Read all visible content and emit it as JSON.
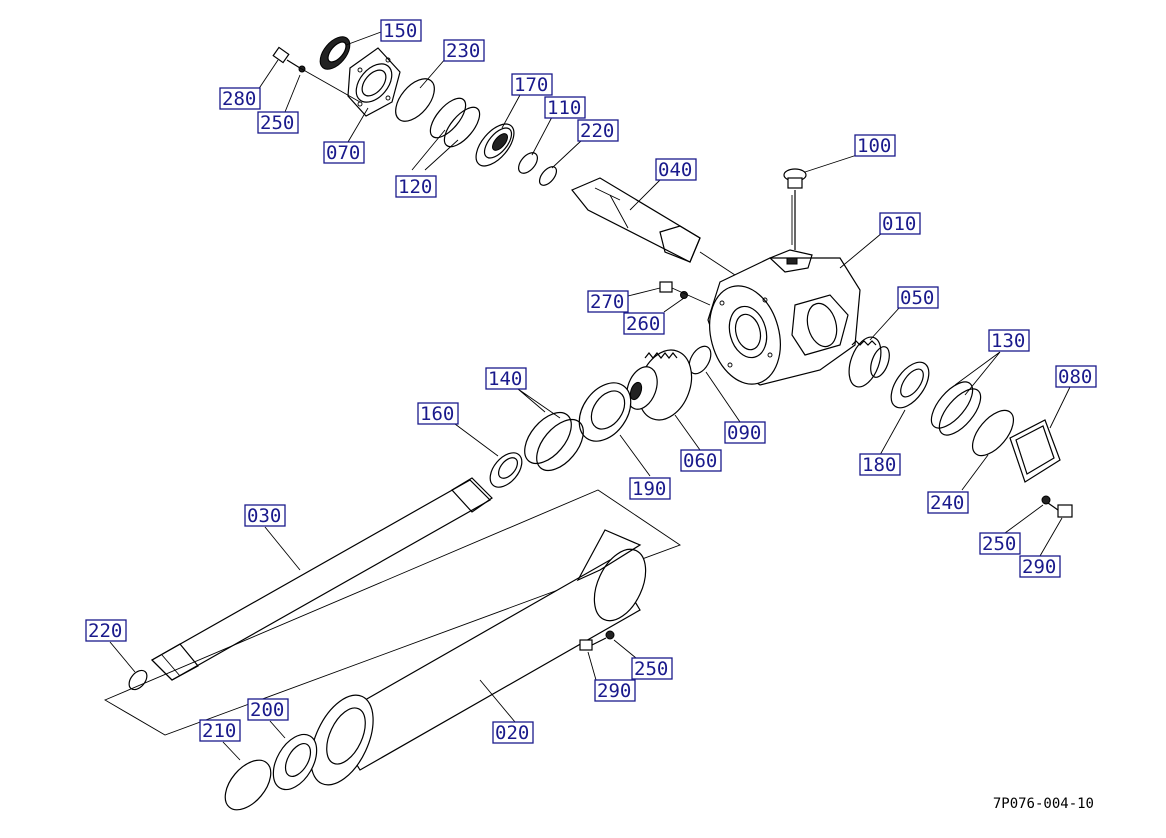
{
  "drawing_number": "7P076-004-10",
  "callouts": [
    {
      "id": "c150",
      "text": "150"
    },
    {
      "id": "c230",
      "text": "230"
    },
    {
      "id": "c280",
      "text": "280"
    },
    {
      "id": "c250a",
      "text": "250"
    },
    {
      "id": "c070",
      "text": "070"
    },
    {
      "id": "c170",
      "text": "170"
    },
    {
      "id": "c110",
      "text": "110"
    },
    {
      "id": "c220a",
      "text": "220"
    },
    {
      "id": "c120",
      "text": "120"
    },
    {
      "id": "c040",
      "text": "040"
    },
    {
      "id": "c100",
      "text": "100"
    },
    {
      "id": "c010",
      "text": "010"
    },
    {
      "id": "c270",
      "text": "270"
    },
    {
      "id": "c260",
      "text": "260"
    },
    {
      "id": "c050",
      "text": "050"
    },
    {
      "id": "c130",
      "text": "130"
    },
    {
      "id": "c080",
      "text": "080"
    },
    {
      "id": "c140",
      "text": "140"
    },
    {
      "id": "c160",
      "text": "160"
    },
    {
      "id": "c090",
      "text": "090"
    },
    {
      "id": "c060",
      "text": "060"
    },
    {
      "id": "c190",
      "text": "190"
    },
    {
      "id": "c180",
      "text": "180"
    },
    {
      "id": "c240",
      "text": "240"
    },
    {
      "id": "c250b",
      "text": "250"
    },
    {
      "id": "c290a",
      "text": "290"
    },
    {
      "id": "c030",
      "text": "030"
    },
    {
      "id": "c220b",
      "text": "220"
    },
    {
      "id": "c250c",
      "text": "250"
    },
    {
      "id": "c290b",
      "text": "290"
    },
    {
      "id": "c200",
      "text": "200"
    },
    {
      "id": "c210",
      "text": "210"
    },
    {
      "id": "c020",
      "text": "020"
    }
  ]
}
